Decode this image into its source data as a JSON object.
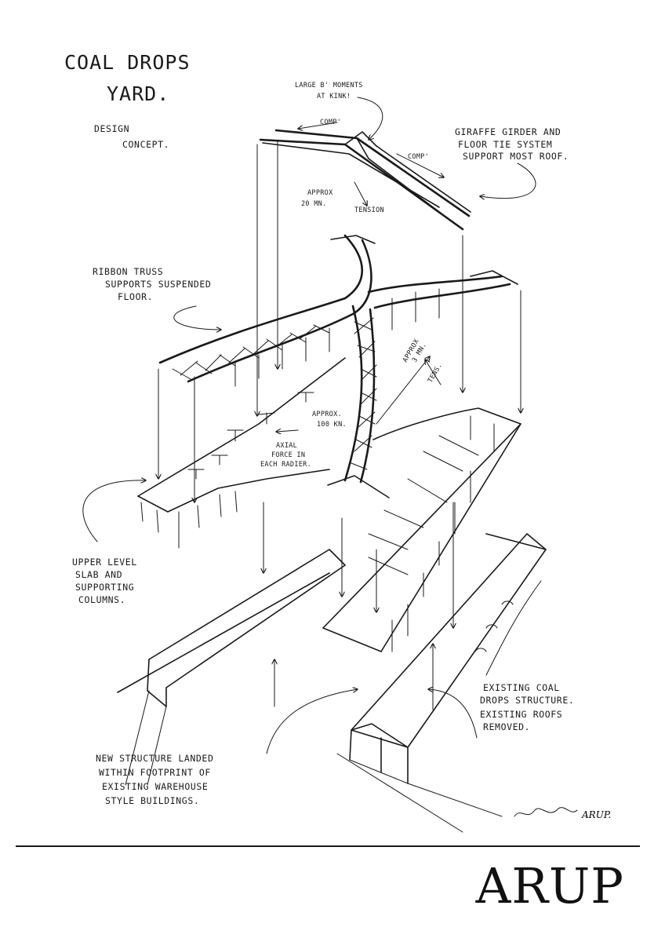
{
  "title": [
    "COAL DROPS",
    "YARD."
  ],
  "subtitle": [
    "DESIGN",
    "CONCEPT."
  ],
  "annotations": {
    "moments": [
      "LARGE B' MOMENTS",
      "AT KINK!"
    ],
    "giraffe": [
      "GIRAFFE GIRDER AND",
      "FLOOR TIE SYSTEM",
      "SUPPORT MOST ROOF."
    ],
    "ribbon": [
      "RIBBON TRUSS",
      "SUPPORTS SUSPENDED",
      "FLOOR."
    ],
    "upper_level": [
      "UPPER LEVEL",
      "SLAB AND",
      "SUPPORTING",
      "COLUMNS."
    ],
    "new_structure": [
      "NEW STRUCTURE LANDED",
      "WITHIN FOOTPRINT OF",
      "EXISTING WAREHOUSE",
      "STYLE BUILDINGS."
    ],
    "existing": [
      "EXISTING COAL",
      "DROPS STRUCTURE.",
      "EXISTING ROOFS",
      "REMOVED."
    ],
    "comp_left": "COMP'",
    "comp_right": "COMP'",
    "approx_20": [
      "APPROX",
      "20 MN."
    ],
    "tension": "TENSION",
    "approx_3mn": [
      "APPROX",
      "3 MN."
    ],
    "tens": "TENS.",
    "approx_100kn": [
      "APPROX.",
      "100 KN."
    ],
    "axial": [
      "AXIAL",
      "FORCE IN",
      "EACH RADIER."
    ]
  },
  "signature": "ARUP.",
  "logo": "ARUP"
}
